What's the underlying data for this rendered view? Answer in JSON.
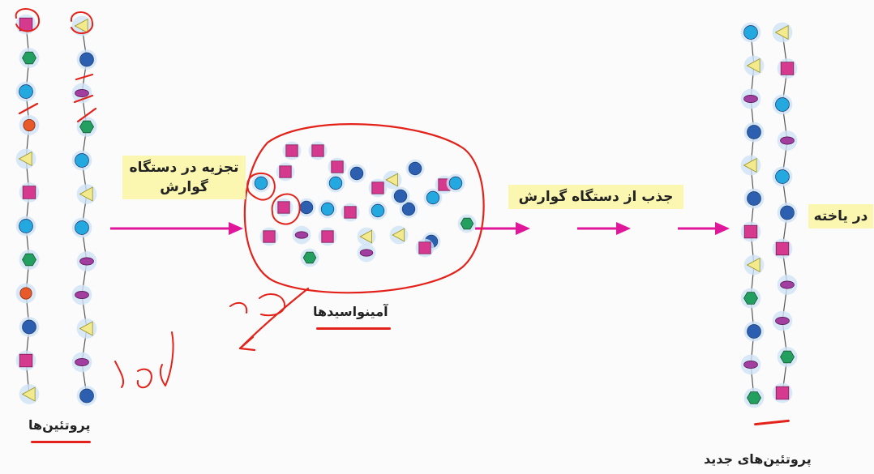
{
  "labels": {
    "digestion": "تجزیه در دستگاه گوارش",
    "absorption": "جذب از دستگاه گوارش",
    "in_cell": "در یاخته"
  },
  "captions": {
    "proteins": "پروتئین‌ها",
    "amino_acids": "آمینواسیدها",
    "new_proteins": "پروتئین‌های جدید"
  },
  "bead_columns": {
    "left_a": [
      "square",
      "hexagon",
      "circle",
      "oval-small",
      "triangle",
      "square",
      "circle",
      "hexagon",
      "oval-small",
      "circle",
      "square",
      "triangle"
    ],
    "left_b": [
      "triangle",
      "circle",
      "oval",
      "hexagon",
      "circle",
      "triangle",
      "circle",
      "oval",
      "oval",
      "triangle",
      "oval",
      "circle"
    ],
    "right_a": [
      "circle",
      "triangle",
      "oval",
      "circle",
      "triangle",
      "circle",
      "square",
      "triangle",
      "hexagon",
      "circle",
      "oval",
      "hexagon"
    ],
    "right_b": [
      "triangle",
      "square",
      "circle",
      "oval",
      "circle",
      "circle",
      "square",
      "oval",
      "oval",
      "hexagon",
      "square"
    ],
    "cluster": [
      "square",
      "square",
      "circle",
      "square",
      "circle",
      "circle",
      "triangle",
      "circle",
      "circle",
      "square",
      "square",
      "circle",
      "circle",
      "square",
      "circle",
      "circle",
      "square",
      "oval",
      "square",
      "triangle",
      "triangle",
      "circle",
      "hexagon",
      "hexagon",
      "oval",
      "square",
      "square",
      "circle",
      "circle",
      "square"
    ]
  },
  "colors": {
    "pink": "#d63a8e",
    "blue": "#2d5fb0",
    "cyan": "#23a8e0",
    "green": "#23a060",
    "orange": "#e85a2a",
    "yellow": "#f3ea8e",
    "purple": "#a23ea0",
    "arrow": "#e0179a",
    "annotation": "#e3231b"
  }
}
